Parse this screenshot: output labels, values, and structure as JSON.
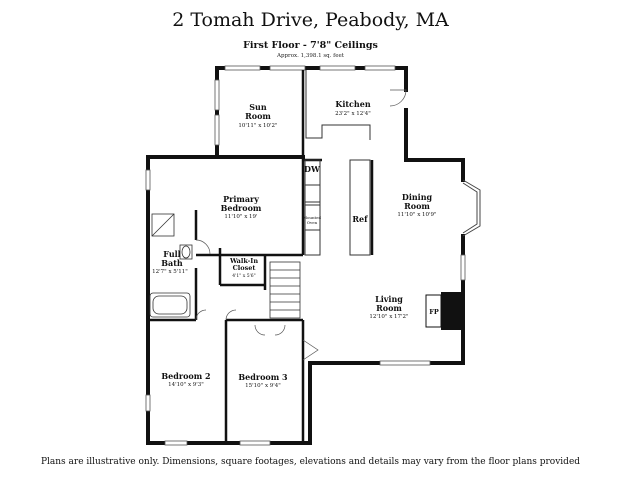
{
  "header": {
    "title": "2 Tomah Drive, Peabody, MA",
    "subtitle": "First Floor - 7'8\" Ceilings",
    "approx": "Approx. 1,398.1 sq. feet"
  },
  "rooms": {
    "sun_room": {
      "name_l1": "Sun",
      "name_l2": "Room",
      "dims": "10'11\" x 10'2\""
    },
    "kitchen": {
      "name": "Kitchen",
      "dims": "23'2\" x 12'4\""
    },
    "dining_room": {
      "name_l1": "Dining",
      "name_l2": "Room",
      "dims": "11'10\" x 10'9\""
    },
    "primary_bedroom": {
      "name_l1": "Primary",
      "name_l2": "Bedroom",
      "dims": "11'10\" x 19'"
    },
    "full_bath": {
      "name_l1": "Full",
      "name_l2": "Bath",
      "dims": "12'7\" x 5'11\""
    },
    "walk_in_closet": {
      "name_l1": "Walk-In",
      "name_l2": "Closet",
      "dims": "4'1\" x 5'6\""
    },
    "living_room": {
      "name_l1": "Living",
      "name_l2": "Room",
      "dims": "12'10\" x 17'2\""
    },
    "bedroom_2": {
      "name": "Bedroom 2",
      "dims": "14'10\" x 9'3\""
    },
    "bedroom_3": {
      "name": "Bedroom 3",
      "dims": "15'10\" x 9'4\""
    }
  },
  "fixtures": {
    "dw": "DW",
    "oven_l1": "Mounted",
    "oven_l2": "Oven",
    "ref": "Ref",
    "fp": "FP"
  },
  "footer": {
    "disclaimer": "Plans are illustrative only. Dimensions, square footages, elevations and details may vary from the floor plans provided"
  }
}
